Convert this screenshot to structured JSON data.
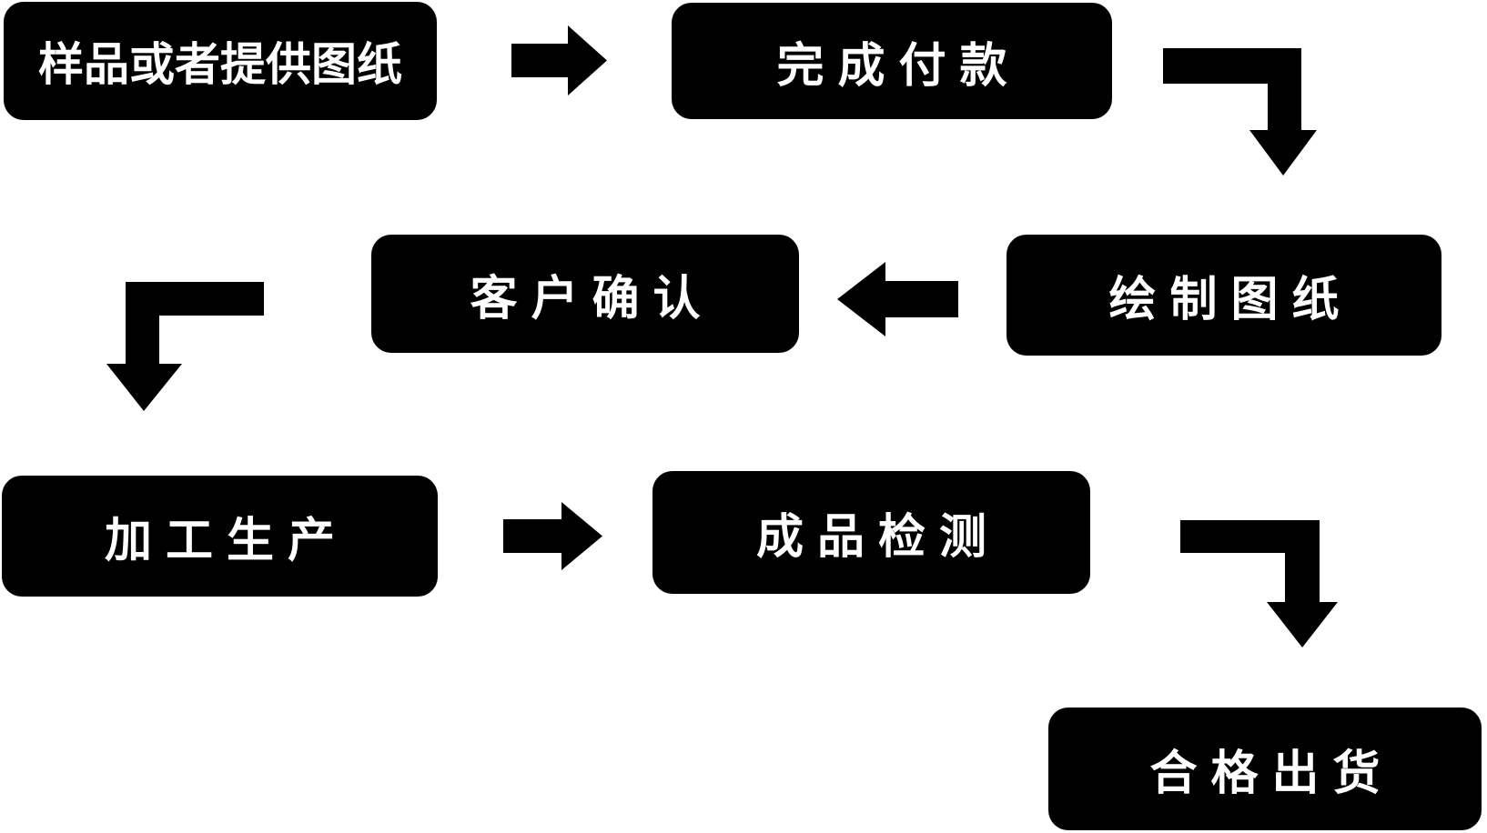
{
  "diagram": {
    "title": "production-process-flowchart",
    "colors": {
      "background": "#ffffff",
      "node_fill": "#000000",
      "node_text": "#ffffff",
      "arrow": "#000000"
    },
    "nodes": [
      {
        "id": "sample-or-provide-drawings",
        "label": "样品或者提供图纸"
      },
      {
        "id": "complete-payment",
        "label": "完成付款"
      },
      {
        "id": "customer-confirmation",
        "label": "客户确认"
      },
      {
        "id": "draw-drawings",
        "label": "绘制图纸"
      },
      {
        "id": "processing-production",
        "label": "加工生产"
      },
      {
        "id": "finished-product-inspection",
        "label": "成品检测"
      },
      {
        "id": "qualified-shipment",
        "label": "合格出货"
      }
    ],
    "connections": [
      {
        "from": "样品或者提供图纸",
        "to": "完成付款",
        "icon": "arrow-right-icon"
      },
      {
        "from": "完成付款",
        "to": "绘制图纸",
        "icon": "elbow-arrow-down-right-icon"
      },
      {
        "from": "绘制图纸",
        "to": "客户确认",
        "icon": "arrow-left-icon"
      },
      {
        "from": "客户确认",
        "to": "加工生产",
        "icon": "elbow-arrow-down-left-icon"
      },
      {
        "from": "加工生产",
        "to": "成品检测",
        "icon": "arrow-right-icon"
      },
      {
        "from": "成品检测",
        "to": "合格出货",
        "icon": "elbow-arrow-down-right-icon"
      }
    ]
  }
}
